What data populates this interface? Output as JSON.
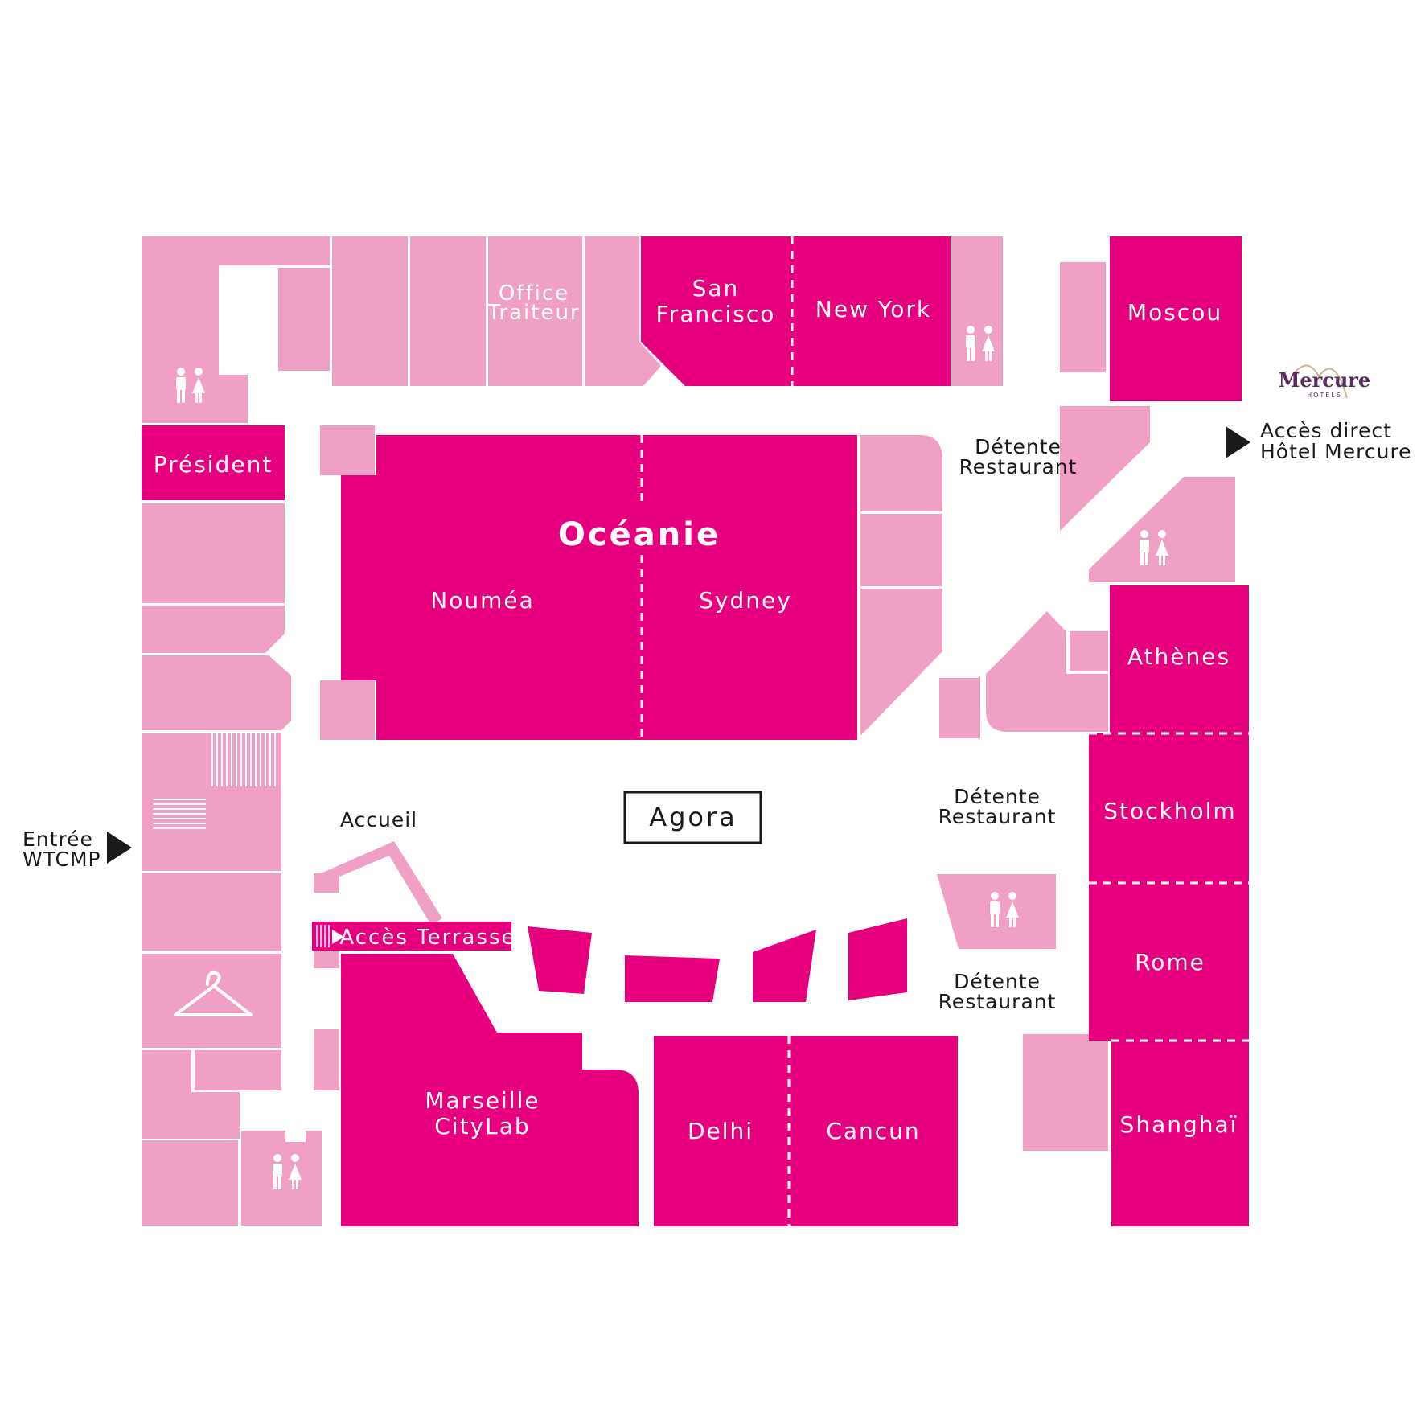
{
  "colors": {
    "primary_room": "#e6007e",
    "secondary_room": "#f1a0c5",
    "background": "#ffffff",
    "text_dark": "#1a1a1a",
    "brand_mercure": "#5a2d5e"
  },
  "rooms": {
    "office_traiteur": [
      "Office",
      "Traiteur"
    ],
    "san_francisco": [
      "San",
      "Francisco"
    ],
    "new_york": "New York",
    "moscou": "Moscou",
    "president": "Président",
    "oceanie": "Océanie",
    "noumea": "Nouméa",
    "sydney": "Sydney",
    "athenes": "Athènes",
    "stockholm": "Stockholm",
    "rome": "Rome",
    "shanghai": "Shanghaï",
    "marseille_citylab": [
      "Marseille",
      "CityLab"
    ],
    "delhi": "Delhi",
    "cancun": "Cancun"
  },
  "labels": {
    "agora": "Agora",
    "accueil": "Accueil",
    "acces_terrasse": "Accès Terrasse",
    "detente_restaurant_1": [
      "Détente",
      "Restaurant"
    ],
    "detente_restaurant_2": [
      "Détente",
      "Restaurant"
    ],
    "detente_restaurant_3": [
      "Détente",
      "Restaurant"
    ],
    "entree": [
      "Entrée",
      "WTCMP"
    ],
    "acces_mercure": [
      "Accès direct",
      "Hôtel Mercure"
    ]
  },
  "logo": {
    "name": "Mercure",
    "sub": "HOTELS"
  },
  "icons": {
    "restroom": "restroom-icon",
    "cloakroom": "hanger-icon",
    "arrow": "arrow-right-icon"
  }
}
